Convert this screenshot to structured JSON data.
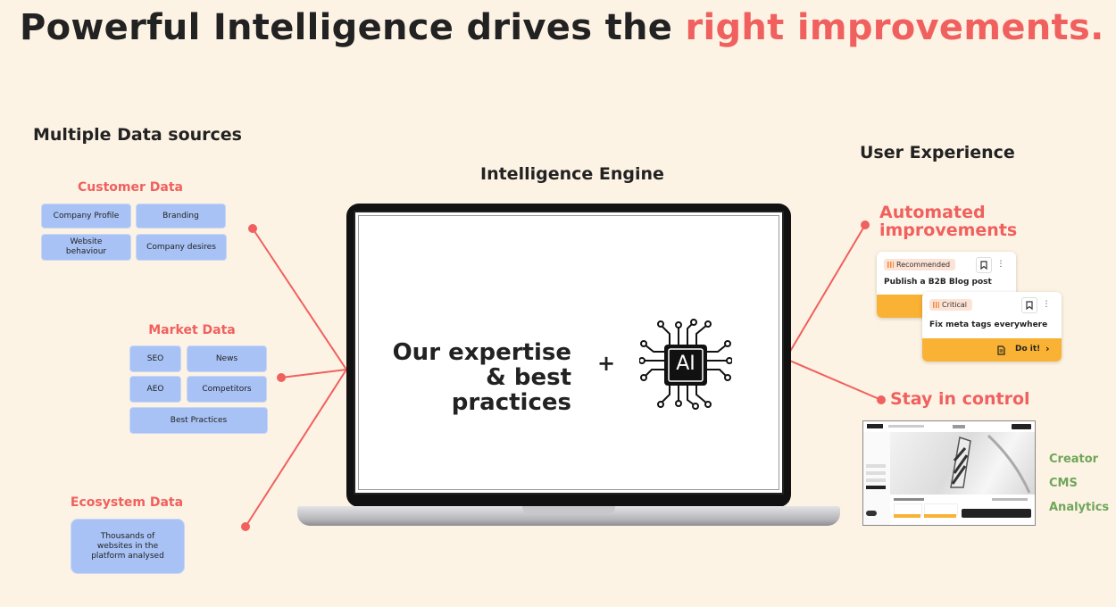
{
  "title": {
    "main": "Powerful Intelligence drives the",
    "highlight": "right improvements."
  },
  "left": {
    "header": "Multiple Data sources",
    "customer": {
      "label": "Customer Data",
      "chips": [
        "Company Profile",
        "Branding",
        "Website behaviour",
        "Company desires"
      ]
    },
    "market": {
      "label": "Market Data",
      "chips": [
        "SEO",
        "News",
        "AEO",
        "Competitors",
        "Best Practices"
      ]
    },
    "ecosystem": {
      "label": "Ecosystem Data",
      "chips": [
        "Thousands of websites in the platform analysed"
      ]
    }
  },
  "center": {
    "header": "Intelligence Engine",
    "expertise": "Our expertise & best practices",
    "plus": "+",
    "ai": "AI"
  },
  "right": {
    "header": "User Experience",
    "automated": "Automated improvements",
    "card1": {
      "badge": "Recommended",
      "title": "Publish a B2B Blog post"
    },
    "card2": {
      "badge": "Critical",
      "title": "Fix meta tags everywhere",
      "action": "Do it!"
    },
    "control": "Stay in control",
    "tools": [
      "Creator",
      "CMS",
      "Analytics"
    ]
  },
  "colors": {
    "accent": "#f0605e",
    "chip": "#a8c2f5",
    "bg": "#fdf3e4",
    "orange": "#f9b233",
    "tool": "#6fa65a"
  }
}
